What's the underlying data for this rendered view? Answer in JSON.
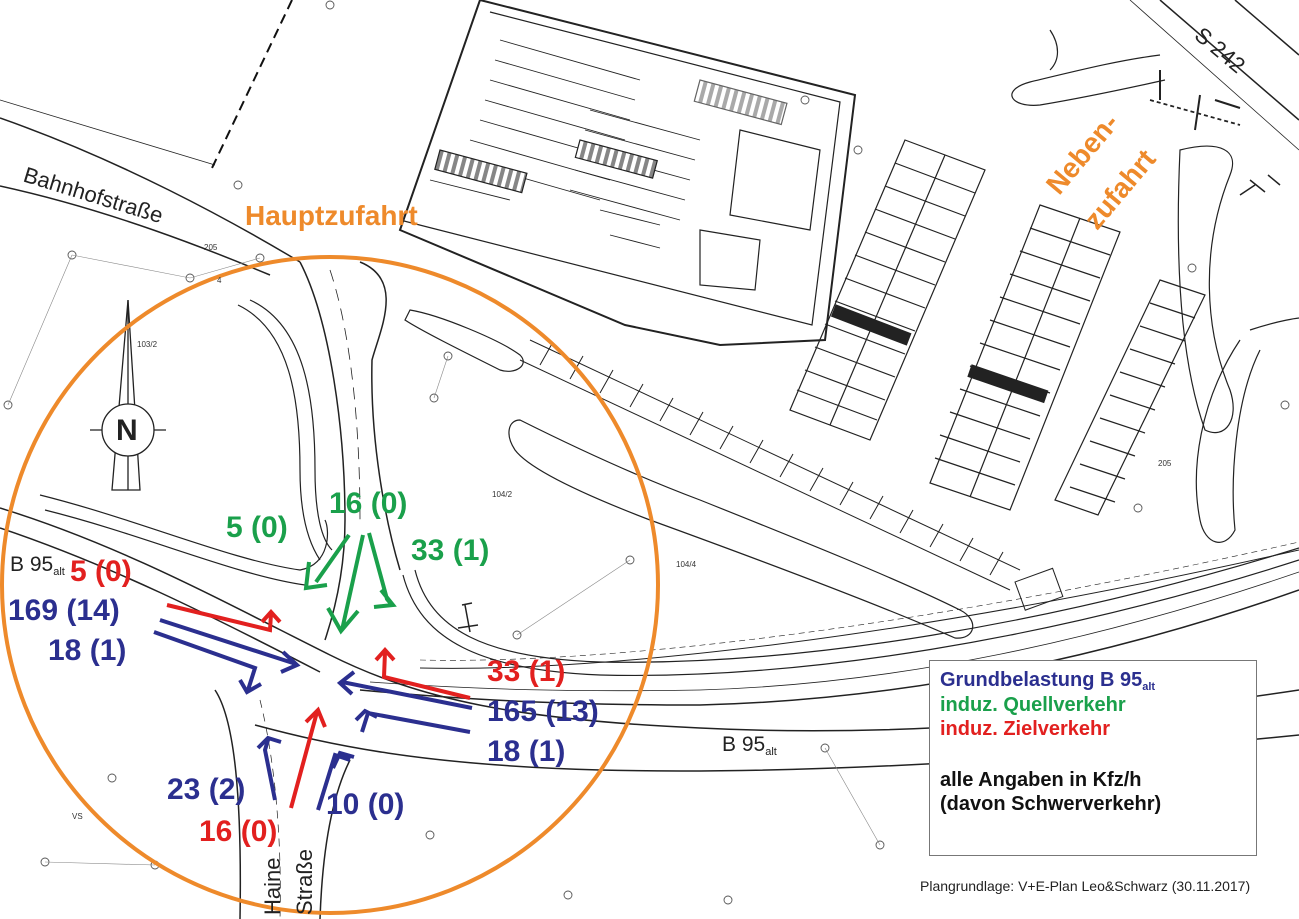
{
  "colors": {
    "base": "#2b2f8f",
    "source": "#1aa04b",
    "target": "#e2201f",
    "circle": "#ee8a2b",
    "plan_line": "#222222"
  },
  "icons": {
    "north_arrow": "north-arrow-icon"
  },
  "streets": {
    "bahnhofstrasse": "Bahnhofstraße",
    "b95_left_main": "B 95",
    "b95_left_sub": "alt",
    "b95_right_main": "B 95",
    "b95_right_sub": "alt",
    "s242": "S 242",
    "haine": "Haine",
    "strasse": "Straße"
  },
  "access": {
    "main": "Hauptzufahrt",
    "side_line1": "Neben-",
    "side_line2": "zufahrt"
  },
  "north_letter": "N",
  "flows": {
    "green_left": "5 (0)",
    "green_mid": "16 (0)",
    "green_right": "33 (1)",
    "west_red": "5 (0)",
    "west_blue1": "169 (14)",
    "west_blue2": "18 (1)",
    "east_red": "33 (1)",
    "east_blue1": "165 (13)",
    "east_blue2": "18 (1)",
    "south_blue_left": "23 (2)",
    "south_red": "16 (0)",
    "south_blue_right": "10 (0)"
  },
  "plan_labels": {
    "p103_2": "103/2",
    "p104_2": "104/2",
    "p104_4": "104/4",
    "p205_a": "205",
    "p205_b": "205",
    "p4": "4",
    "vs": "VS"
  },
  "legend": {
    "base_main": "Grundbelastung B 95",
    "base_sub": "alt",
    "source": "induz. Quellverkehr",
    "target": "induz. Zielverkehr",
    "units1": "alle Angaben in Kfz/h",
    "units2": "(davon Schwerverkehr)"
  },
  "credit": "Plangrundlage: V+E-Plan Leo&Schwarz (30.11.2017)"
}
